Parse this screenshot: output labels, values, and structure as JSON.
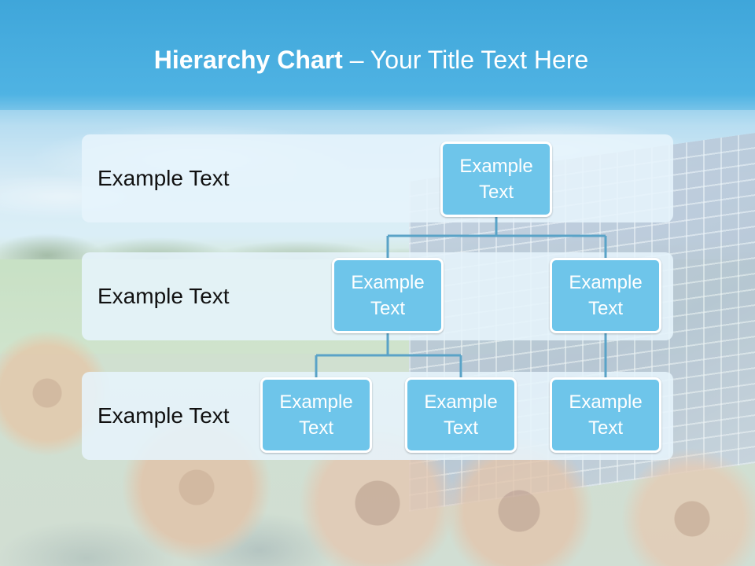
{
  "title": {
    "bold": "Hierarchy Chart",
    "dash": " – ",
    "rest": "Your Title Text Here"
  },
  "levels": [
    {
      "label": "Example Text"
    },
    {
      "label": "Example Text"
    },
    {
      "label": "Example Text"
    }
  ],
  "nodes": {
    "root": "Example Text",
    "level2_left": "Example Text",
    "level2_right": "Example Text",
    "level3_left": "Example Text",
    "level3_middle": "Example Text",
    "level3_right": "Example Text"
  },
  "colors": {
    "node_fill": "#6ec5ea",
    "node_border": "#ffffff",
    "connector": "#5aa3c7",
    "band_fill": "#e6f4fc",
    "title_text": "#ffffff"
  }
}
